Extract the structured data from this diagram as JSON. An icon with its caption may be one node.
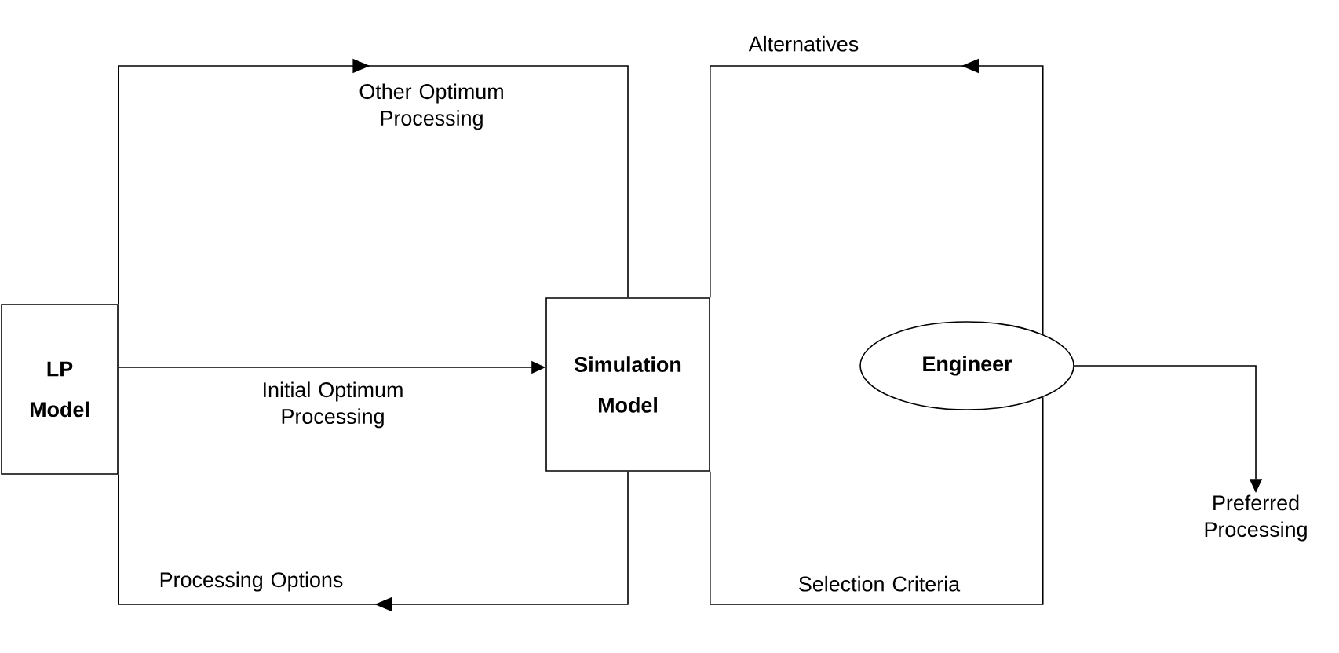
{
  "diagram": {
    "nodes": [
      {
        "text": [
          "LP Model"
        ]
      },
      {
        "text": [
          "Simulation Model"
        ]
      },
      {
        "text": [
          "Engineer"
        ]
      },
      {
        "text": [
          "Preferred Processing"
        ]
      }
    ],
    "edges": [
      {
        "from": 0,
        "to": 1,
        "arrow": "to",
        "label": "Other Optimum Processing"
      },
      {
        "from": 0,
        "to": 1,
        "arrow": "to",
        "label": "Initial Optimum Processing"
      },
      {
        "from": 1,
        "to": 0,
        "arrow": "to",
        "label": "Processing Options"
      },
      {
        "from": 2,
        "to": 1,
        "arrow": "to",
        "label": "Alternatives"
      },
      {
        "from": 2,
        "to": 1,
        "arrow": "none",
        "label": "Selection Criteria"
      },
      {
        "from": 2,
        "to": 3,
        "arrow": "to"
      }
    ]
  }
}
